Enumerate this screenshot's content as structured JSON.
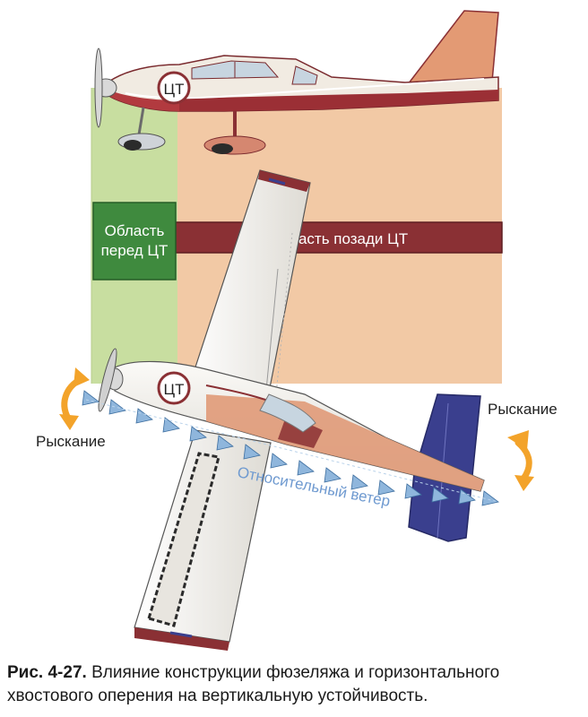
{
  "figure": {
    "cg_label": "ЦТ",
    "front_region_line1": "Область",
    "front_region_line2": "перед ЦТ",
    "rear_region": "Область позади ЦТ",
    "yaw_left": "Рыскание",
    "yaw_right": "Рыскание",
    "relative_wind": "Относительный ветер"
  },
  "colors": {
    "front_region": "#c8dea0",
    "rear_region": "#f2c9a5",
    "band_dark_red": "#8a3034",
    "label_green": "#3f8a3e",
    "tail_blue": "#3a3f8e",
    "yaw_arrow": "#f3a32a",
    "wind_arrow": "#8fb6dc"
  },
  "caption": {
    "number": "Рис. 4-27.",
    "line1": "Влияние конструкции фюзеляжа и горизонтального",
    "line2": "хвостового оперения на вертикальную устойчивость."
  }
}
